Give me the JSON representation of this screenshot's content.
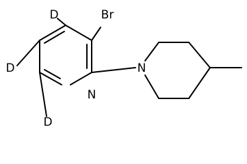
{
  "molecule": {
    "atoms": {
      "bromine": "Br",
      "deuterium_top": "D",
      "deuterium_left": "D",
      "deuterium_bottom": "D",
      "pyridine_nitrogen": "N",
      "piperidine_nitrogen": "N"
    }
  }
}
